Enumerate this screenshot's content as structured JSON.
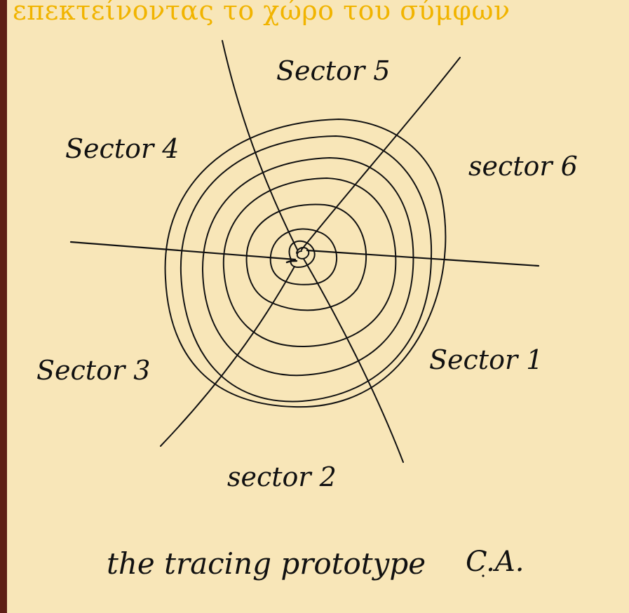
{
  "header": {
    "greek_text": "επεκτείνοντας το χώρο του σύμφων"
  },
  "sketch": {
    "sectors": [
      "Sector 1",
      "sector 2",
      "Sector 3",
      "Sector 4",
      "Sector 5",
      "sector 6"
    ],
    "caption": "the tracing prototype",
    "initials": "C.A."
  },
  "colors": {
    "frame": "#5e1f15",
    "paper": "#f8e6b8",
    "ink": "#111111",
    "header_text": "#f1b400"
  }
}
